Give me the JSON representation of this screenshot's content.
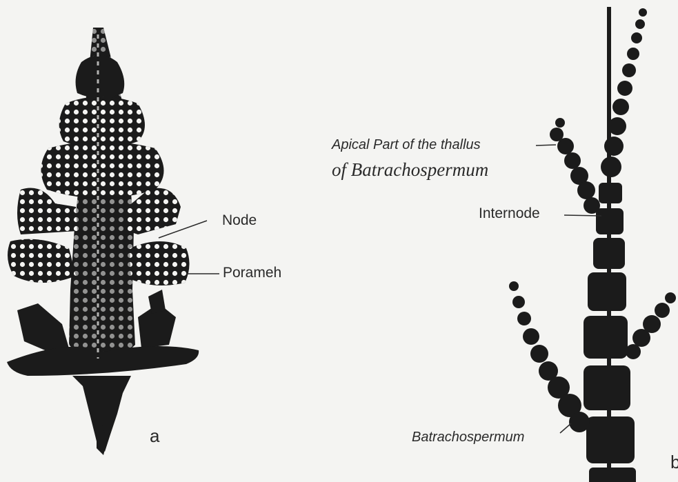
{
  "figure": {
    "panel_a": {
      "letter": "a",
      "labels": {
        "node": "Node",
        "porameh": "Porameh"
      }
    },
    "panel_b": {
      "letter": "b",
      "labels": {
        "apical_line1": "Apical Part of the thallus",
        "apical_line2": "of Batrachospermum",
        "internode": "Internode",
        "batrachospermum": "Batrachospermum"
      }
    },
    "colors": {
      "ink": "#1b1b1b",
      "background": "#f4f4f2",
      "text": "#2a2a2a"
    }
  }
}
